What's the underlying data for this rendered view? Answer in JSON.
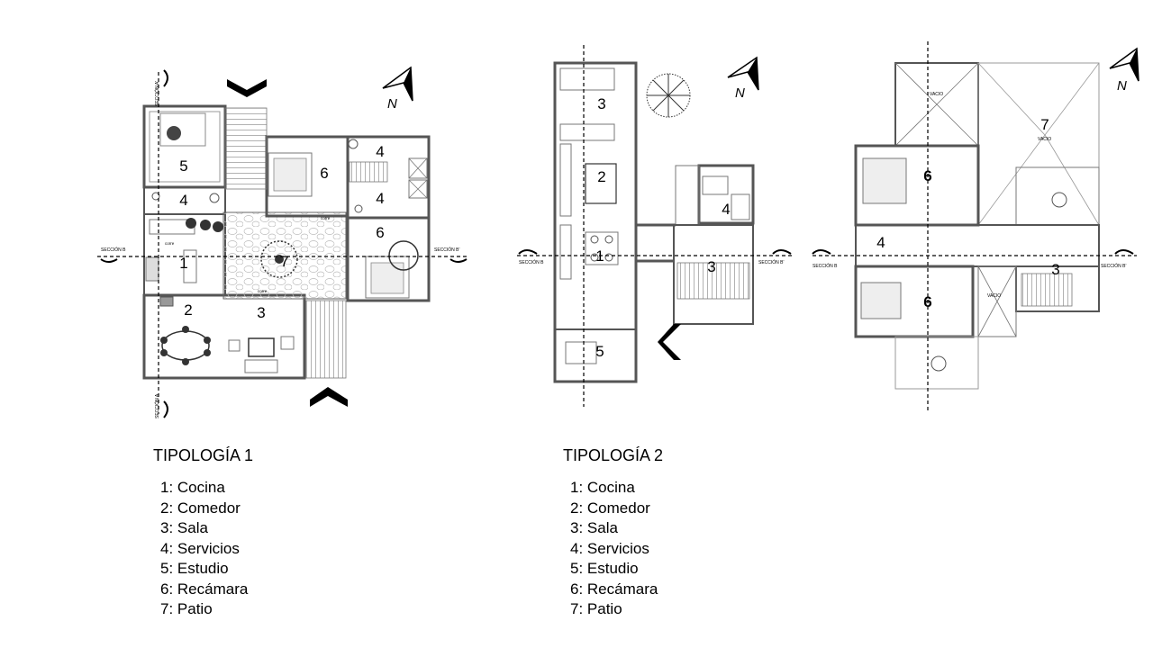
{
  "typologies": [
    {
      "title": "TIPOLOGÍA 1",
      "legend": [
        "1: Cocina",
        "2: Comedor",
        "3: Sala",
        "4: Servicios",
        "5: Estudio",
        "6: Recámara",
        "7: Patio"
      ]
    },
    {
      "title": "TIPOLOGÍA 2",
      "legend": [
        "1: Cocina",
        "2: Comedor",
        "3: Sala",
        "4: Servicios",
        "5: Estudio",
        "6: Recámara",
        "7: Patio"
      ]
    }
  ],
  "plan_labels": {
    "north": "N",
    "section_a": "SECCIÓN A'",
    "section_a_bottom": "SECCIÓN A",
    "section_b": "SECCIÓN B",
    "section_b_end": "SECCIÓN B'",
    "vacio": "VACIO",
    "corre": "corre"
  },
  "room_numbers": {
    "t1": [
      "5",
      "4",
      "6",
      "4",
      "4",
      "6",
      "1",
      "7",
      "2",
      "3"
    ],
    "t2_ground": [
      "3",
      "2",
      "4",
      "1",
      "3",
      "5"
    ],
    "t2_upper": [
      "7",
      "6",
      "4",
      "3",
      "6"
    ]
  }
}
